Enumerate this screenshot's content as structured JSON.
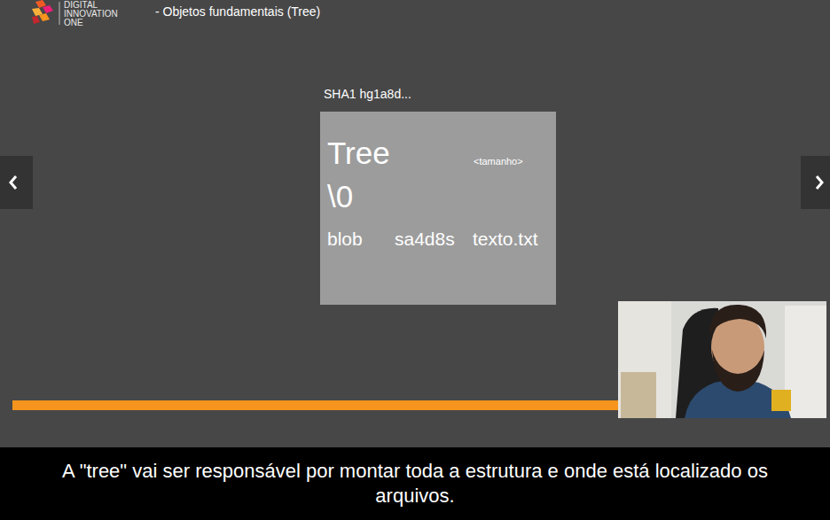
{
  "diagram": {
    "title": "- Objetos fundamentais (Tree)",
    "caption": "A \"tree\" vai ser responsável por montar toda a estrutura e onde está localizado os arquivos.",
    "nodes": [
      {
        "text": [
          "SHA1 hg1a8d...",
          "Tree",
          "<tamanho>",
          "\\0",
          "blob",
          "sa4d8s",
          "texto.txt"
        ]
      }
    ],
    "labels": [
      "DIGITAL",
      "INNOVATION",
      "ONE"
    ]
  }
}
